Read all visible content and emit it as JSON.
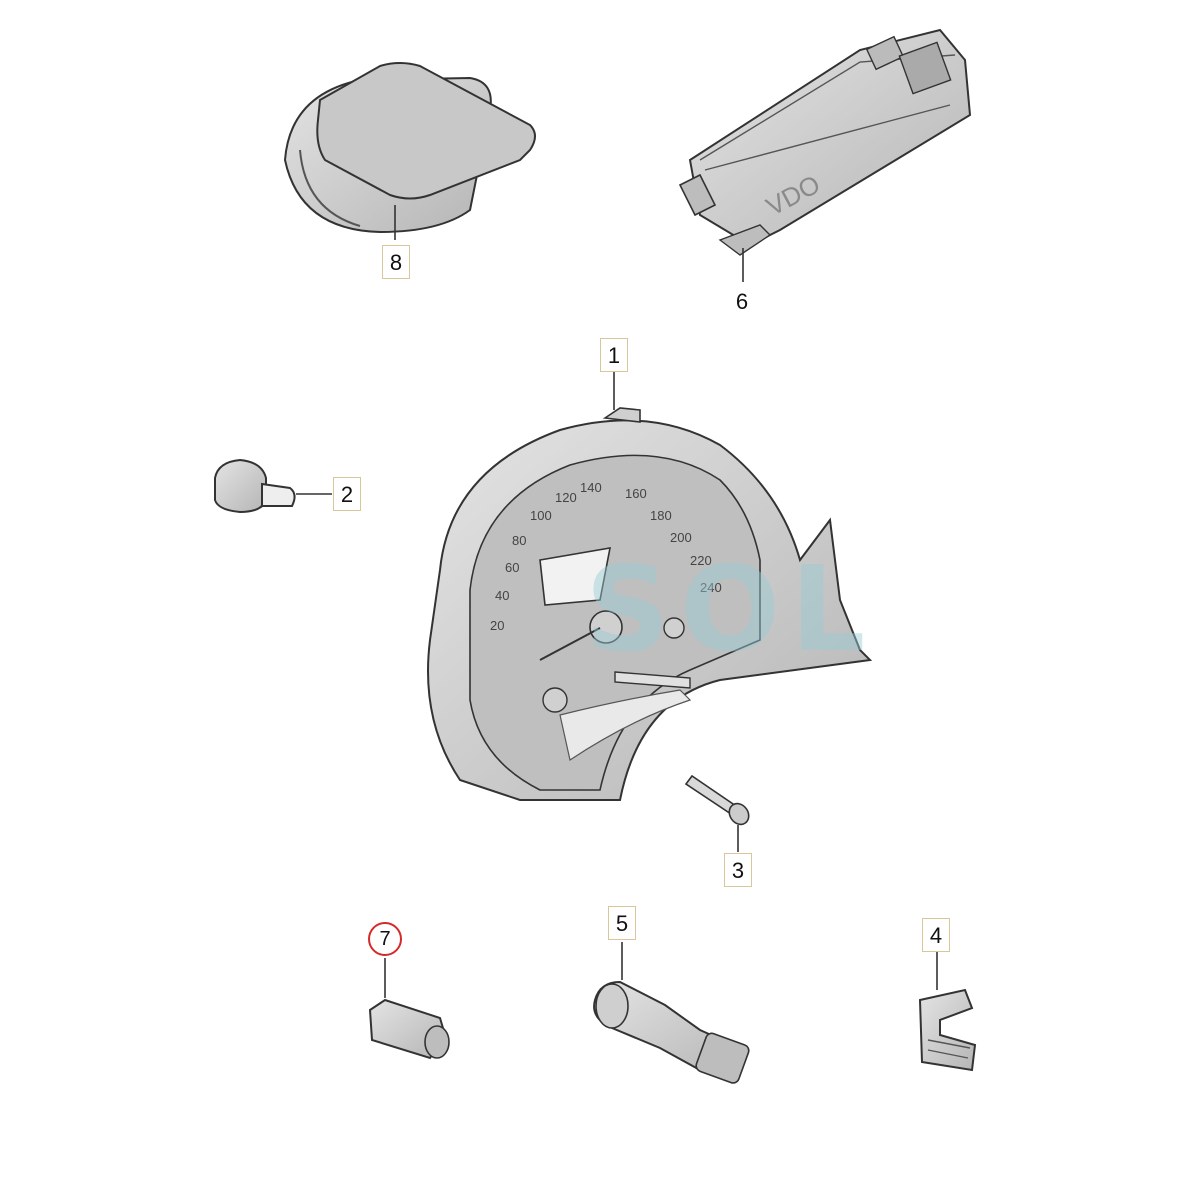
{
  "watermark": {
    "text": "SOL",
    "color": "#96cdd2"
  },
  "colors": {
    "part_fill": "#d3d3d3",
    "part_dark": "#8f8f8f",
    "line": "#333333",
    "callout_border": "#d8c79a",
    "highlight": "#d42a2a"
  },
  "parts": [
    {
      "id": "1",
      "callout": "1",
      "icon": "instrument-cluster-icon",
      "highlighted": false
    },
    {
      "id": "2",
      "callout": "2",
      "icon": "bulb-socket-icon",
      "highlighted": false
    },
    {
      "id": "3",
      "callout": "3",
      "icon": "screw-icon",
      "highlighted": false
    },
    {
      "id": "4",
      "callout": "4",
      "icon": "clip-icon",
      "highlighted": false
    },
    {
      "id": "5",
      "callout": "5",
      "icon": "sensor-icon",
      "highlighted": false
    },
    {
      "id": "6",
      "callout": "6",
      "icon": "control-module-icon",
      "highlighted": false,
      "module_label": "VDO"
    },
    {
      "id": "7",
      "callout": "7",
      "icon": "connector-icon",
      "highlighted": true
    },
    {
      "id": "8",
      "callout": "8",
      "icon": "cover-cap-icon",
      "highlighted": false
    }
  ],
  "gauge": {
    "speed_ticks": [
      "20",
      "40",
      "60",
      "80",
      "100",
      "120",
      "140",
      "160",
      "180",
      "200",
      "220",
      "240"
    ]
  }
}
